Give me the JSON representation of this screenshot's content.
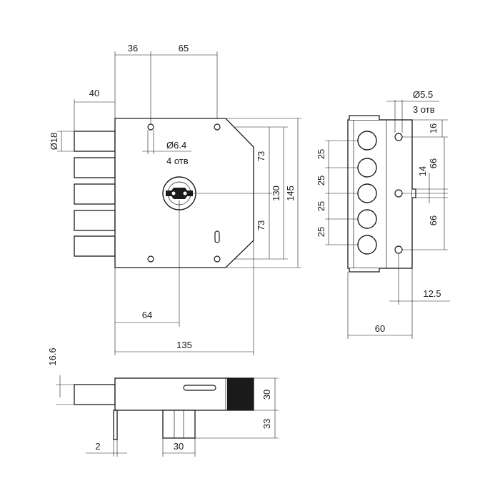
{
  "front_view": {
    "dim_top_left": "36",
    "dim_top_right": "65",
    "dim_case_offset": "40",
    "dim_bolt_dia": "Ø18",
    "dim_hole_dia": "Ø6.4",
    "dim_hole_count": "4 отв",
    "dim_upper_73": "73",
    "dim_lower_73": "73",
    "dim_130": "130",
    "dim_145": "145",
    "dim_keyhole_64": "64",
    "dim_width_135": "135"
  },
  "side_view": {
    "dim_hole_dia": "Ø5.5",
    "dim_hole_count": "3 отв",
    "dim_spacing": [
      "25",
      "25",
      "25",
      "25"
    ],
    "dim_16": "16",
    "dim_66_upper": "66",
    "dim_14": "14",
    "dim_66_lower": "66",
    "dim_12_5": "12.5",
    "dim_60": "60"
  },
  "bottom_view": {
    "dim_16_6": "16.6",
    "dim_30_height": "30",
    "dim_33": "33",
    "dim_2": "2",
    "dim_30_width": "30"
  }
}
